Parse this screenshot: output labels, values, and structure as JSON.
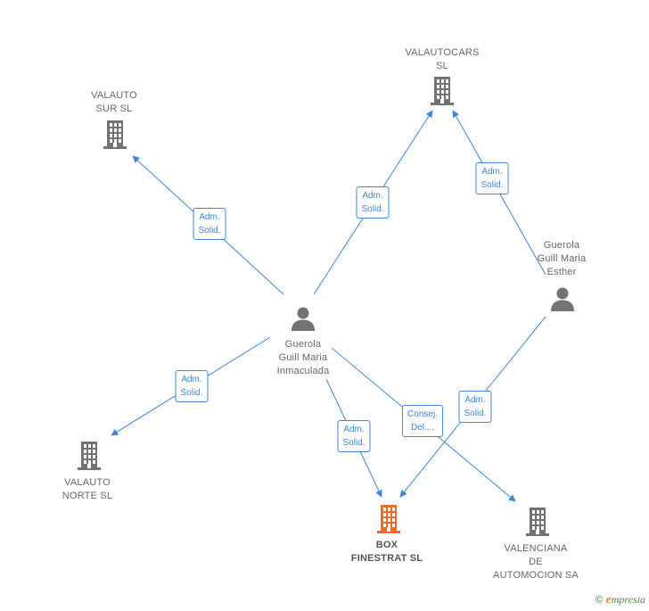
{
  "colors": {
    "edge": "#3d87d8",
    "building": "#737373",
    "building_focus": "#f06a2c",
    "person": "#737373",
    "label": "#666666"
  },
  "nodes": [
    {
      "id": "valautocars",
      "type": "company",
      "label_lines": [
        "VALAUTOCARS",
        "SL"
      ]
    },
    {
      "id": "valauto_sur",
      "type": "company",
      "label_lines": [
        "VALAUTO",
        "SUR SL"
      ]
    },
    {
      "id": "guerola_esther",
      "type": "person",
      "label_lines": [
        "Guerola",
        "Guill Maria",
        "Esther"
      ]
    },
    {
      "id": "guerola_inmaculada",
      "type": "person",
      "label_lines": [
        "Guerola",
        "Guill Maria",
        "Inmaculada"
      ]
    },
    {
      "id": "valauto_norte",
      "type": "company",
      "label_lines": [
        "VALAUTO",
        "NORTE SL"
      ]
    },
    {
      "id": "box_finestrat",
      "type": "company",
      "focus": true,
      "label_lines": [
        "BOX",
        "FINESTRAT SL"
      ]
    },
    {
      "id": "valenciana",
      "type": "company",
      "label_lines": [
        "VALENCIANA",
        "DE",
        "AUTOMOCION SA"
      ]
    }
  ],
  "edges": [
    {
      "from": "guerola_inmaculada",
      "to": "valauto_sur",
      "label_lines": [
        "Adm.",
        "Solid."
      ]
    },
    {
      "from": "guerola_inmaculada",
      "to": "valautocars",
      "label_lines": [
        "Adm.",
        "Solid."
      ]
    },
    {
      "from": "guerola_esther",
      "to": "valautocars",
      "label_lines": [
        "Adm.",
        "Solid."
      ]
    },
    {
      "from": "guerola_inmaculada",
      "to": "valauto_norte",
      "label_lines": [
        "Adm.",
        "Solid."
      ]
    },
    {
      "from": "guerola_inmaculada",
      "to": "box_finestrat",
      "label_lines": [
        "Adm.",
        "Solid."
      ]
    },
    {
      "from": "guerola_inmaculada",
      "to": "valenciana",
      "label_lines": [
        "Consej.",
        "Del...."
      ]
    },
    {
      "from": "guerola_esther",
      "to": "box_finestrat",
      "label_lines": [
        "Adm.",
        "Solid."
      ]
    }
  ],
  "watermark": {
    "copyright": "©",
    "brand_initial": "e",
    "brand_rest": "mpresia"
  }
}
